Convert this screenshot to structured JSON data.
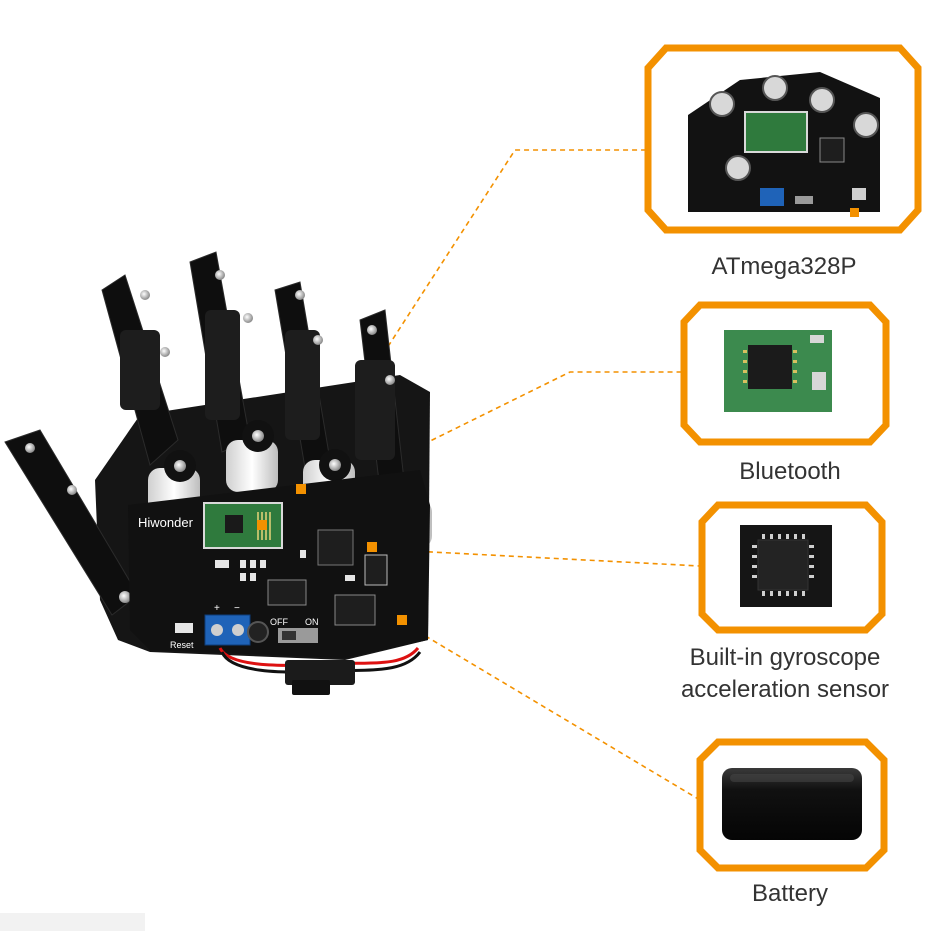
{
  "accent_color": "#f39100",
  "callouts": [
    {
      "label": "ATmega328P",
      "name": "callout-atmega328p"
    },
    {
      "label": "Bluetooth",
      "name": "callout-bluetooth"
    },
    {
      "label_line1": "Built-in gyroscope",
      "label_line2": "acceleration sensor",
      "name": "callout-gyroscope"
    },
    {
      "label": "Battery",
      "name": "callout-battery"
    }
  ],
  "product": {
    "brand_text": "Hiwonder",
    "silk_reset": "Reset",
    "silk_off": "OFF",
    "silk_on": "ON",
    "silk_plus": "+",
    "silk_minus": "−"
  }
}
